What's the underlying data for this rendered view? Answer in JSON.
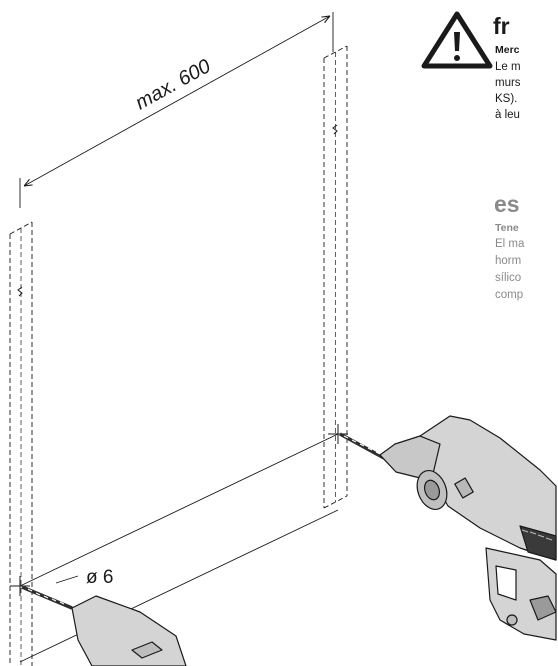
{
  "drawing": {
    "dimension_label": "max. 600",
    "drill_bit_label": "ø 6"
  },
  "fr": {
    "code": "fr",
    "heading": "Merc",
    "lines": [
      "Le m",
      "murs",
      "KS).",
      "à leu"
    ]
  },
  "es": {
    "code": "es",
    "heading": "Tene",
    "lines": [
      "El ma",
      "horm",
      "sílico",
      "comp"
    ]
  },
  "colors": {
    "ink": "#1a1a1a",
    "es_text": "#8a8a8a",
    "drill_body": "#d4d4d4",
    "drill_dark": "#2e2e2e"
  },
  "icons": [
    "warning-icon"
  ]
}
